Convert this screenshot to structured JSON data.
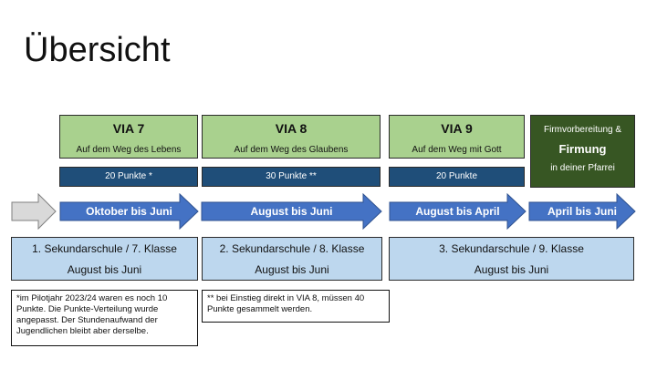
{
  "title": "Übersicht",
  "via": [
    {
      "heading": "VIA 7",
      "subtitle": "Auf dem Weg des Lebens",
      "points": "20 Punkte *",
      "period": "Oktober bis Juni"
    },
    {
      "heading": "VIA 8",
      "subtitle": "Auf dem Weg des Glaubens",
      "points": "30 Punkte **",
      "period": "August bis Juni"
    },
    {
      "heading": "VIA 9",
      "subtitle": "Auf dem Weg mit Gott",
      "points": "20 Punkte",
      "period": "August bis April"
    }
  ],
  "firmung": {
    "line1": "Firmvorbereitung &",
    "line2": "Firmung",
    "line3": "in deiner Pfarrei",
    "period": "April bis Juni"
  },
  "schools": [
    {
      "line1": "1. Sekundarschule / 7. Klasse",
      "line2": "August bis Juni"
    },
    {
      "line1": "2. Sekundarschule / 8. Klasse",
      "line2": "August bis Juni"
    },
    {
      "line1": "3. Sekundarschule / 9. Klasse",
      "line2": "August bis Juni"
    }
  ],
  "notes": {
    "note1": "*im Pilotjahr 2023/24 waren es noch 10 Punkte. Die Punkte-Verteilung wurde angepasst. Der Stundenaufwand der Jugendlichen bleibt aber derselbe.",
    "note2": "** bei Einstieg direkt in VIA 8, müssen 40 Punkte gesammelt werden."
  },
  "colors": {
    "via_green": "#a9d18e",
    "firm_dark_green": "#375623",
    "points_navy": "#1f4e79",
    "arrow_blue": "#4472c4",
    "school_light_blue": "#bdd7ee",
    "start_arrow_gray": "#d9d9d9"
  }
}
